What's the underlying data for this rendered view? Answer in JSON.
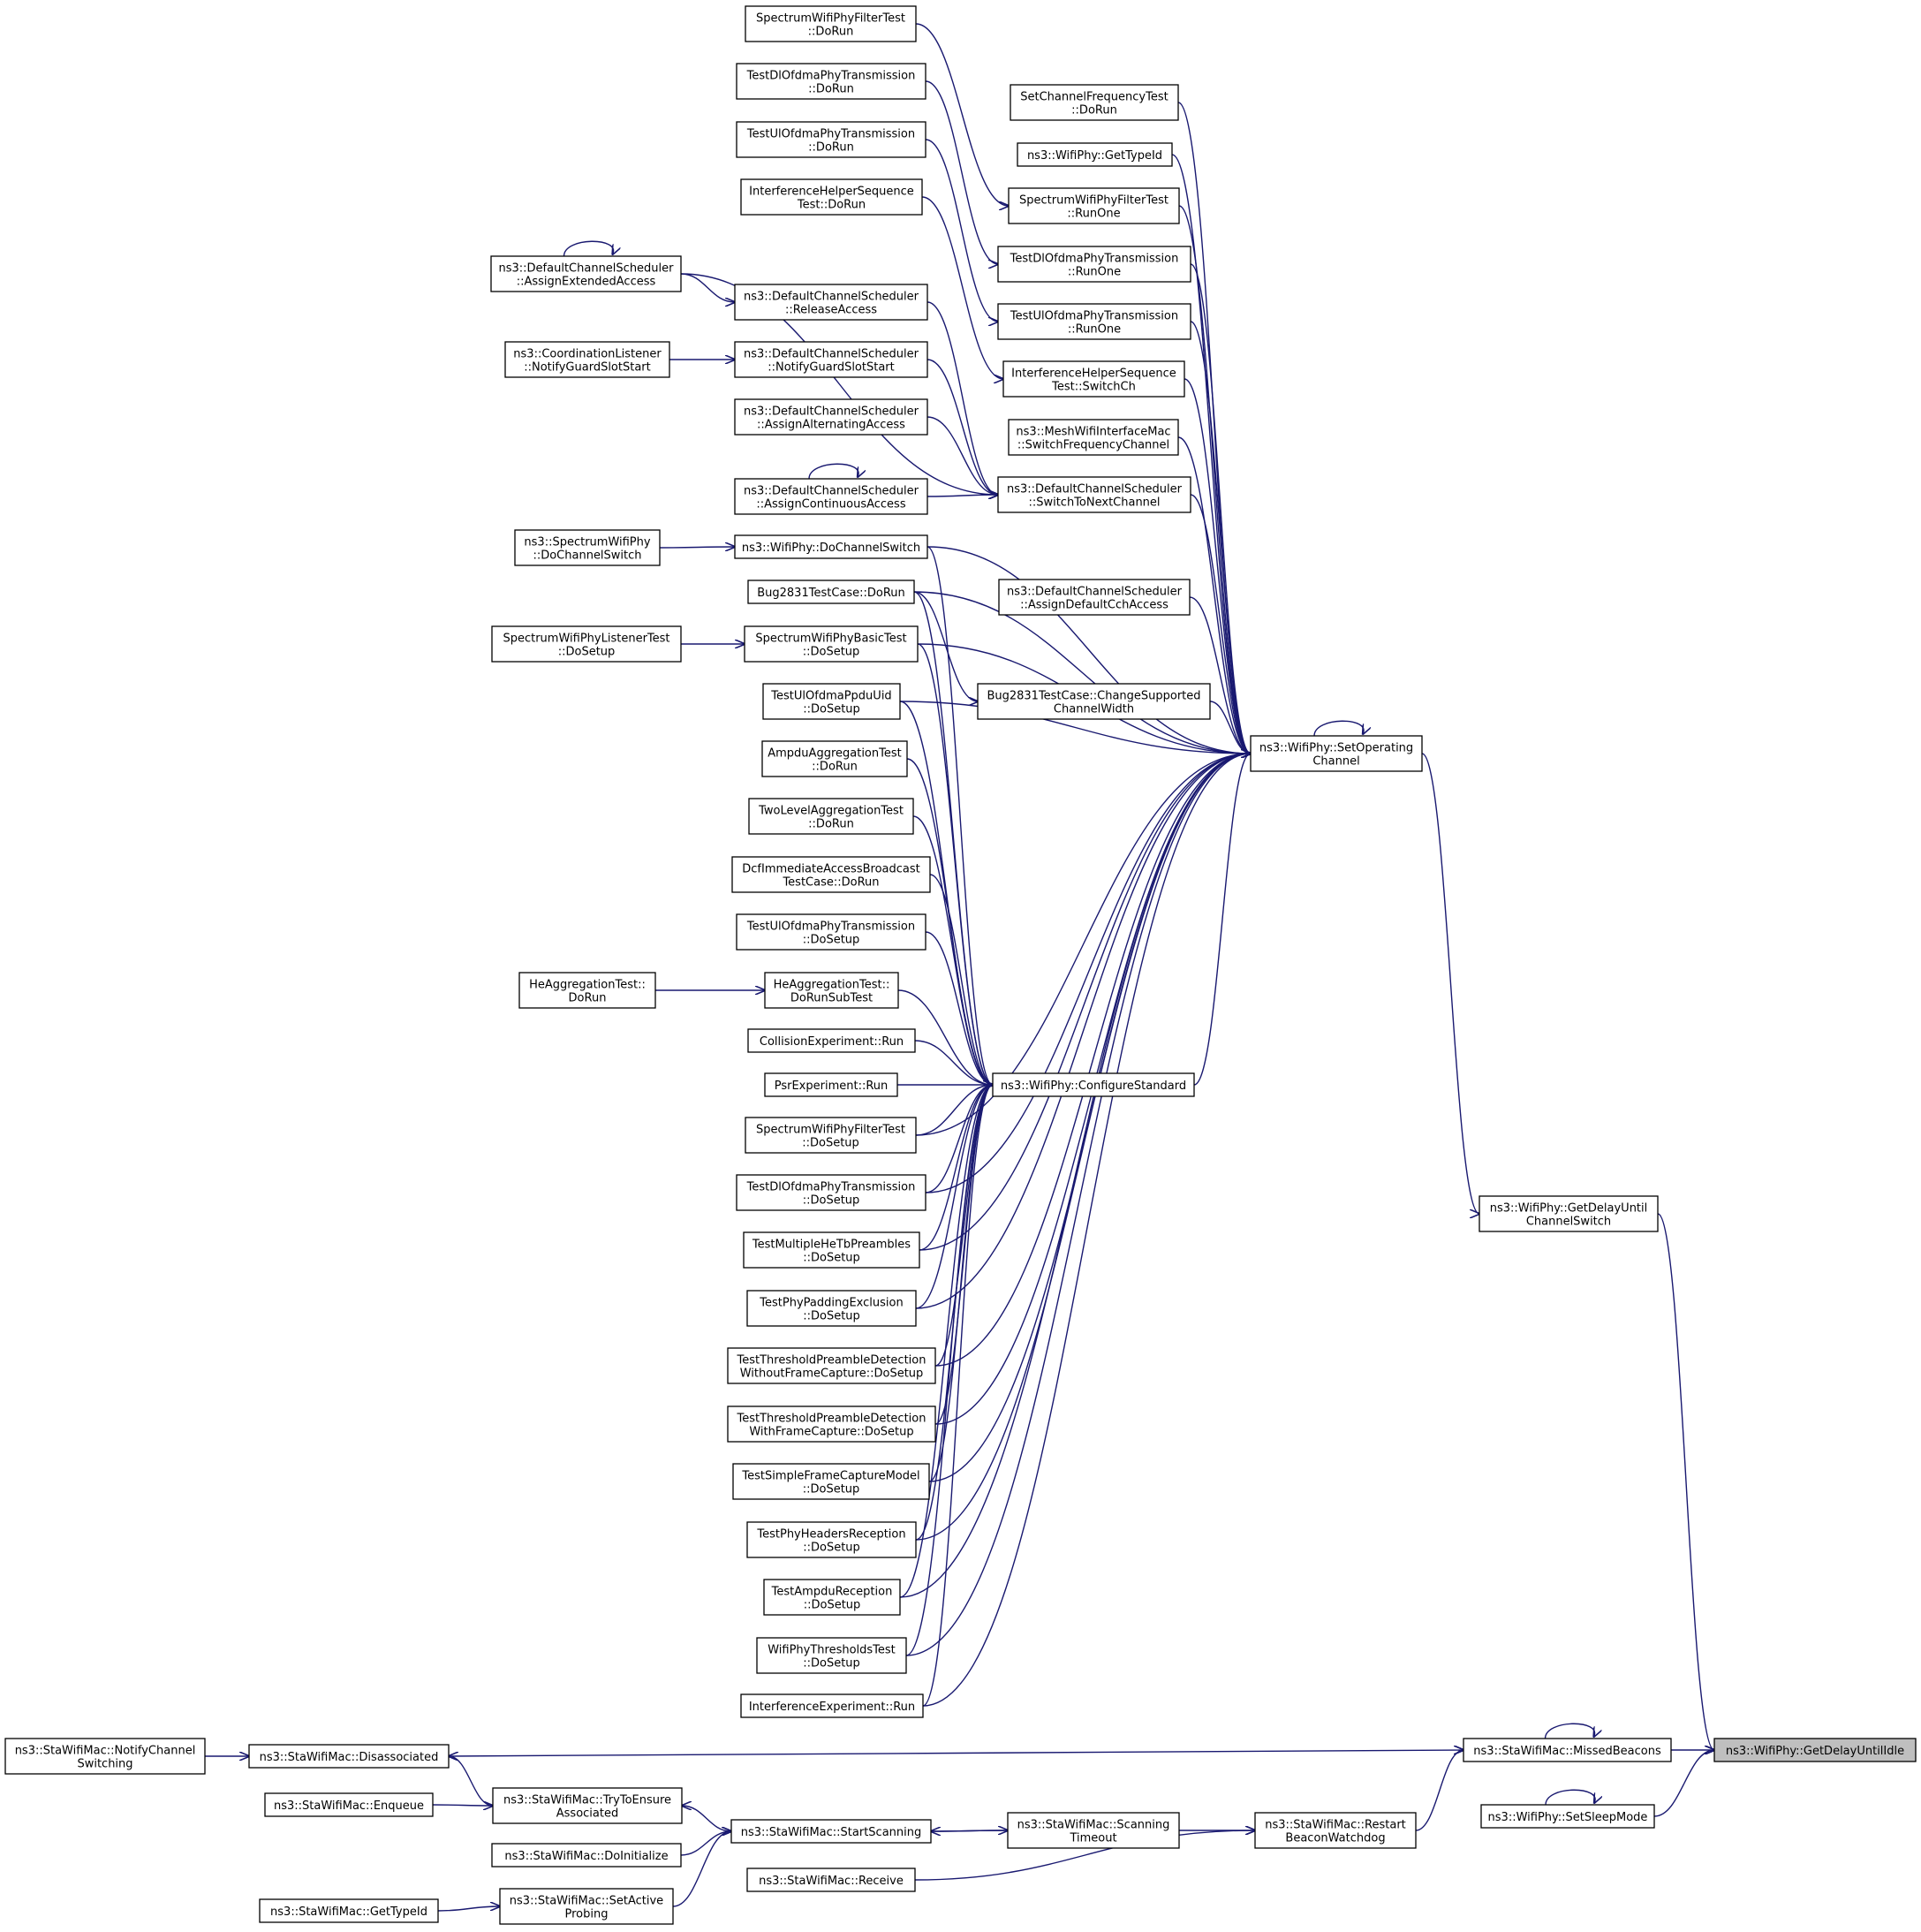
{
  "style": {
    "edge_color": "#191970",
    "root_fill": "#bfbfbf",
    "node_fill": "#ffffff",
    "arrow": "open-arrowhead"
  },
  "nodes": {
    "getDelayUntilIdle": [
      "ns3::WifiPhy::GetDelayUntilIdle"
    ],
    "missedBeacons": [
      "ns3::StaWifiMac::MissedBeacons"
    ],
    "setSleepMode": [
      "ns3::WifiPhy::SetSleepMode"
    ],
    "getDelayUntilChannelSwitch": [
      "ns3::WifiPhy::GetDelayUntil",
      "ChannelSwitch"
    ],
    "setOperatingChannel": [
      "ns3::WifiPhy::SetOperating",
      "Channel"
    ],
    "configureStandard": [
      "ns3::WifiPhy::ConfigureStandard"
    ],
    "disassociated": [
      "ns3::StaWifiMac::Disassociated"
    ],
    "notifyChannelSwitching": [
      "ns3::StaWifiMac::NotifyChannel",
      "Switching"
    ],
    "tryToEnsureAssociated": [
      "ns3::StaWifiMac::TryToEnsure",
      "Associated"
    ],
    "enqueue": [
      "ns3::StaWifiMac::Enqueue"
    ],
    "startScanning": [
      "ns3::StaWifiMac::StartScanning"
    ],
    "doInitialize": [
      "ns3::StaWifiMac::DoInitialize"
    ],
    "scanningTimeout": [
      "ns3::StaWifiMac::Scanning",
      "Timeout"
    ],
    "restartBeaconWatchdog": [
      "ns3::StaWifiMac::Restart",
      "BeaconWatchdog"
    ],
    "receive": [
      "ns3::StaWifiMac::Receive"
    ],
    "setActiveProbing": [
      "ns3::StaWifiMac::SetActive",
      "Probing"
    ],
    "getTypeIdSta": [
      "ns3::StaWifiMac::GetTypeId"
    ],
    "setChannelFrequencyTest": [
      "SetChannelFrequencyTest",
      "::DoRun"
    ],
    "getTypeIdPhy": [
      "ns3::WifiPhy::GetTypeId"
    ],
    "spectrumFilterRunOne": [
      "SpectrumWifiPhyFilterTest",
      "::RunOne"
    ],
    "dlOfdmaRunOne": [
      "TestDlOfdmaPhyTransmission",
      "::RunOne"
    ],
    "ulOfdmaRunOne": [
      "TestUlOfdmaPhyTransmission",
      "::RunOne"
    ],
    "interferenceSwitchCh": [
      "InterferenceHelperSequence",
      "Test::SwitchCh"
    ],
    "meshSwitchFrequency": [
      "ns3::MeshWifiInterfaceMac",
      "::SwitchFrequencyChannel"
    ],
    "switchToNextChannel": [
      "ns3::DefaultChannelScheduler",
      "::SwitchToNextChannel"
    ],
    "assignDefaultCch": [
      "ns3::DefaultChannelScheduler",
      "::AssignDefaultCchAccess"
    ],
    "bugChangeSupported": [
      "Bug2831TestCase::ChangeSupported",
      "ChannelWidth"
    ],
    "spectrumFilterDoRunTop": [
      "SpectrumWifiPhyFilterTest",
      "::DoRun"
    ],
    "dlOfdmaDoRunTop": [
      "TestDlOfdmaPhyTransmission",
      "::DoRun"
    ],
    "ulOfdmaDoRunTop": [
      "TestUlOfdmaPhyTransmission",
      "::DoRun"
    ],
    "interferenceSeqDoRun": [
      "InterferenceHelperSequence",
      "Test::DoRun"
    ],
    "assignExtended": [
      "ns3::DefaultChannelScheduler",
      "::AssignExtendedAccess"
    ],
    "releaseAccess": [
      "ns3::DefaultChannelScheduler",
      "::ReleaseAccess"
    ],
    "coordinationNotify": [
      "ns3::CoordinationListener",
      "::NotifyGuardSlotStart"
    ],
    "notifyGuardSlot": [
      "ns3::DefaultChannelScheduler",
      "::NotifyGuardSlotStart"
    ],
    "assignAlternating": [
      "ns3::DefaultChannelScheduler",
      "::AssignAlternatingAccess"
    ],
    "assignContinuous": [
      "ns3::DefaultChannelScheduler",
      "::AssignContinuousAccess"
    ],
    "spectrumDoChannelSwitch": [
      "ns3::SpectrumWifiPhy",
      "::DoChannelSwitch"
    ],
    "doChannelSwitch": [
      "ns3::WifiPhy::DoChannelSwitch"
    ],
    "bug2831DoRun": [
      "Bug2831TestCase::DoRun"
    ],
    "spectrumListenerDoSetup": [
      "SpectrumWifiPhyListenerTest",
      "::DoSetup"
    ],
    "spectrumBasicDoSetup": [
      "SpectrumWifiPhyBasicTest",
      "::DoSetup"
    ],
    "ulOfdmaPpduUid": [
      "TestUlOfdmaPpduUid",
      "::DoSetup"
    ],
    "ampduAggregationTest": [
      "AmpduAggregationTest",
      "::DoRun"
    ],
    "twoLevelAggregation": [
      "TwoLevelAggregationTest",
      "::DoRun"
    ],
    "dcfImmediate": [
      "DcfImmediateAccessBroadcast",
      "TestCase::DoRun"
    ],
    "ulOfdmaDoSetup": [
      "TestUlOfdmaPhyTransmission",
      "::DoSetup"
    ],
    "heAggregationDoRun": [
      "HeAggregationTest::",
      "DoRun"
    ],
    "heAggregationSubTest": [
      "HeAggregationTest::",
      "DoRunSubTest"
    ],
    "collisionRun": [
      "CollisionExperiment::Run"
    ],
    "psrRun": [
      "PsrExperiment::Run"
    ],
    "spectrumFilterDoSetup": [
      "SpectrumWifiPhyFilterTest",
      "::DoSetup"
    ],
    "dlOfdmaDoSetup": [
      "TestDlOfdmaPhyTransmission",
      "::DoSetup"
    ],
    "multipleHeTb": [
      "TestMultipleHeTbPreambles",
      "::DoSetup"
    ],
    "paddingExclusion": [
      "TestPhyPaddingExclusion",
      "::DoSetup"
    ],
    "thresholdWithout": [
      "TestThresholdPreambleDetection",
      "WithoutFrameCapture::DoSetup"
    ],
    "thresholdWith": [
      "TestThresholdPreambleDetection",
      "WithFrameCapture::DoSetup"
    ],
    "simpleFrameCapture": [
      "TestSimpleFrameCaptureModel",
      "::DoSetup"
    ],
    "phyHeadersReception": [
      "TestPhyHeadersReception",
      "::DoSetup"
    ],
    "ampduReception": [
      "TestAmpduReception",
      "::DoSetup"
    ],
    "thresholdsTest": [
      "WifiPhyThresholdsTest",
      "::DoSetup"
    ],
    "interferenceRun": [
      "InterferenceExperiment::Run"
    ]
  }
}
